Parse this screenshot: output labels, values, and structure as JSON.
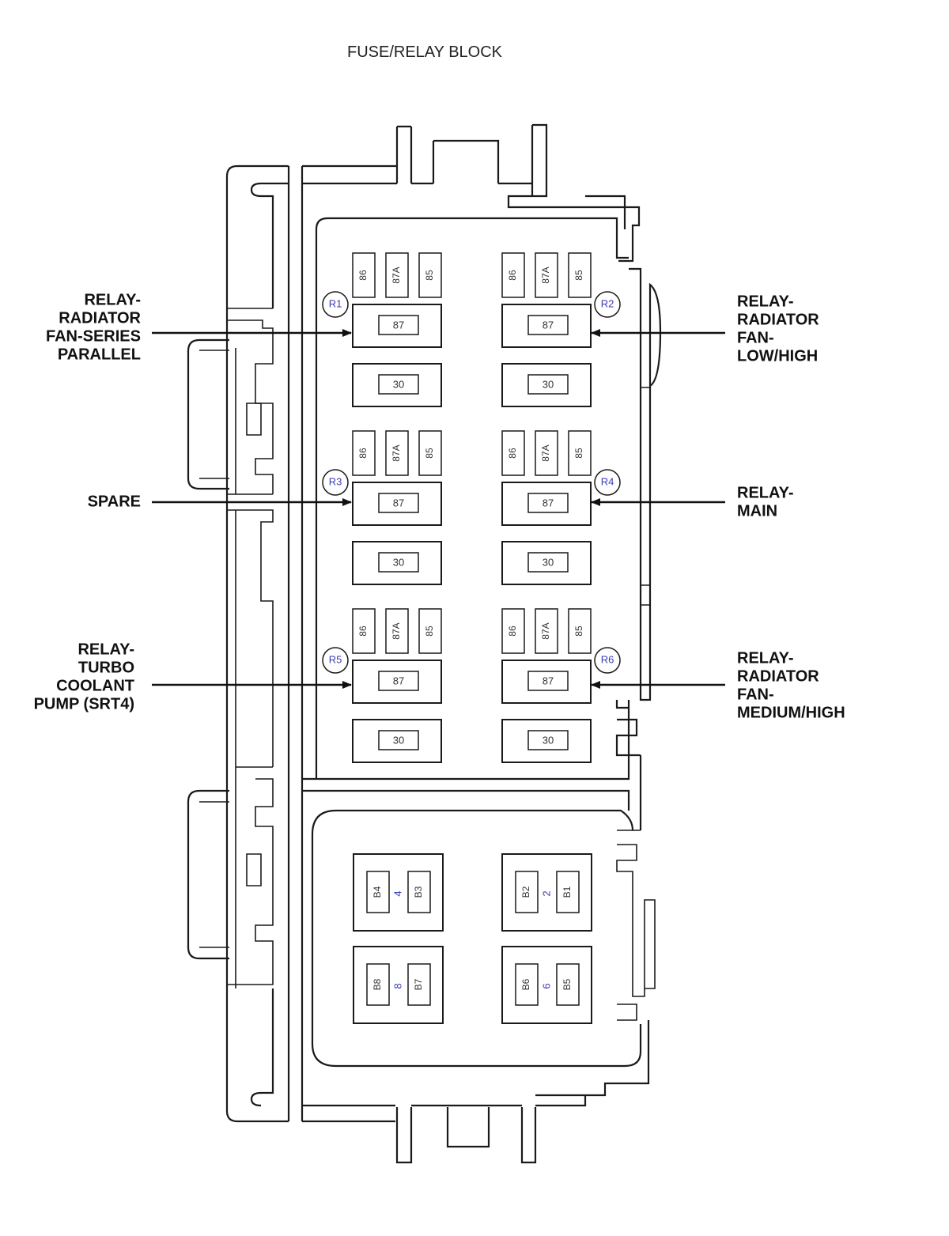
{
  "title": "FUSE/RELAY BLOCK",
  "colors": {
    "line": "#1a1a1a",
    "relay_id": "#3b3bb3"
  },
  "relays": [
    {
      "id": "R1",
      "pins": [
        "86",
        "87A",
        "85"
      ],
      "t87": "87",
      "t30": "30"
    },
    {
      "id": "R2",
      "pins": [
        "86",
        "87A",
        "85"
      ],
      "t87": "87",
      "t30": "30"
    },
    {
      "id": "R3",
      "pins": [
        "86",
        "87A",
        "85"
      ],
      "t87": "87",
      "t30": "30"
    },
    {
      "id": "R4",
      "pins": [
        "86",
        "87A",
        "85"
      ],
      "t87": "87",
      "t30": "30"
    },
    {
      "id": "R5",
      "pins": [
        "86",
        "87A",
        "85"
      ],
      "t87": "87",
      "t30": "30"
    },
    {
      "id": "R6",
      "pins": [
        "86",
        "87A",
        "85"
      ],
      "t87": "87",
      "t30": "30"
    }
  ],
  "fuses": [
    {
      "left": "B4",
      "num": "4",
      "right": "B3"
    },
    {
      "left": "B2",
      "num": "2",
      "right": "B1"
    },
    {
      "left": "B8",
      "num": "8",
      "right": "B7"
    },
    {
      "left": "B6",
      "num": "6",
      "right": "B5"
    }
  ],
  "callouts": [
    {
      "lines": [
        "RELAY-",
        "RADIATOR",
        "FAN-SERIES",
        "PARALLEL"
      ]
    },
    {
      "lines": [
        "RELAY-",
        "RADIATOR",
        "FAN-",
        "LOW/HIGH"
      ]
    },
    {
      "lines": [
        "SPARE"
      ]
    },
    {
      "lines": [
        "RELAY-",
        "MAIN"
      ]
    },
    {
      "lines": [
        "RELAY-",
        "TURBO",
        "COOLANT",
        "PUMP (SRT4)"
      ]
    },
    {
      "lines": [
        "RELAY-",
        "RADIATOR",
        "FAN-",
        "MEDIUM/HIGH"
      ]
    }
  ]
}
